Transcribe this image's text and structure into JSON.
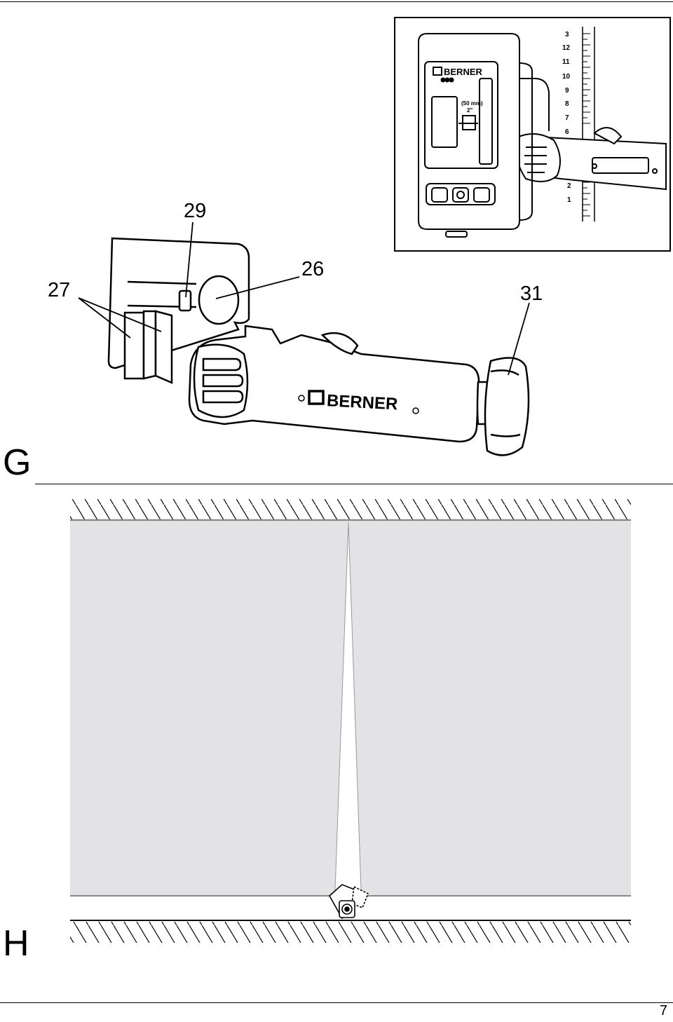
{
  "figure_g": {
    "section_letter": "G",
    "callouts": {
      "c29": "29",
      "c26": "26",
      "c27": "27",
      "c31": "31"
    },
    "brand_bracket": "BERNER",
    "inset": {
      "brand": "BERNER",
      "rod_marks": [
        "3",
        "12",
        "11",
        "10",
        "9",
        "8",
        "7",
        "6",
        "2",
        "1"
      ],
      "window_label_1": "(50 mm)",
      "window_label_2": "2\""
    }
  },
  "figure_h": {
    "section_letter": "H"
  },
  "footer": {
    "page_number": "7"
  }
}
